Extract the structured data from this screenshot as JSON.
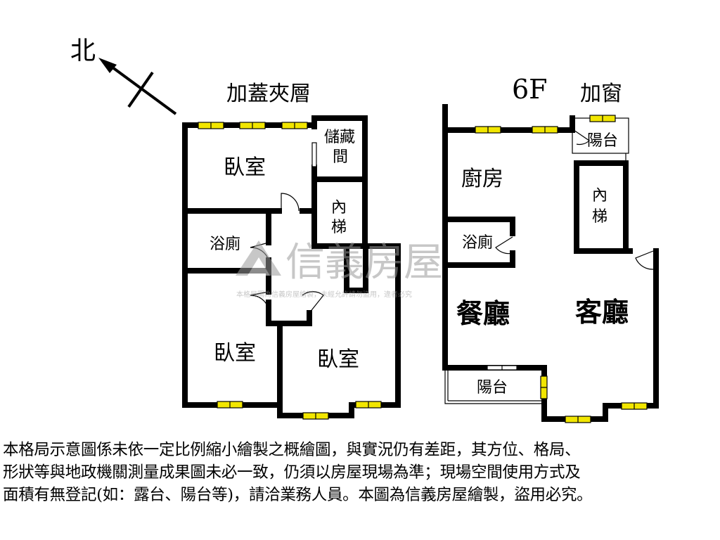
{
  "compass": {
    "label": "北"
  },
  "mezzanine": {
    "title": "加蓋夾層",
    "rooms": {
      "bedroom_top": "臥室",
      "storage_line1": "儲藏",
      "storage_line2": "間",
      "stair_line1": "內",
      "stair_line2": "梯",
      "bathroom": "浴廁",
      "bedroom_left": "臥室",
      "bedroom_right": "臥室"
    }
  },
  "floor6": {
    "title": "6F",
    "window_note": "加窗",
    "rooms": {
      "balcony_top": "陽台",
      "kitchen": "廚房",
      "stair_line1": "內",
      "stair_line2": "梯",
      "bathroom": "浴廁",
      "dining": "餐廳",
      "living": "客廳",
      "balcony_bottom": "陽台"
    }
  },
  "watermark": {
    "brand": "信義房屋",
    "caption": "本格局圖為信義房屋繪製，未經允許請勿盜用，違者必究"
  },
  "disclaimer": {
    "line1": "本格局示意圖係未依一定比例縮小繪製之概繪圖，與實況仍有差距，其方位、格局、",
    "line2": "形狀等與地政機關測量成果圖未必一致，仍須以房屋現場為準；現場空間使用方式及",
    "line3": "面積有無登記(如：露台、陽台等)，請洽業務人員。本圖為信義房屋繪製，盜用必究。"
  },
  "colors": {
    "wall": "#000000",
    "window": "#f2e600",
    "watermark": "#9a9a9a"
  }
}
